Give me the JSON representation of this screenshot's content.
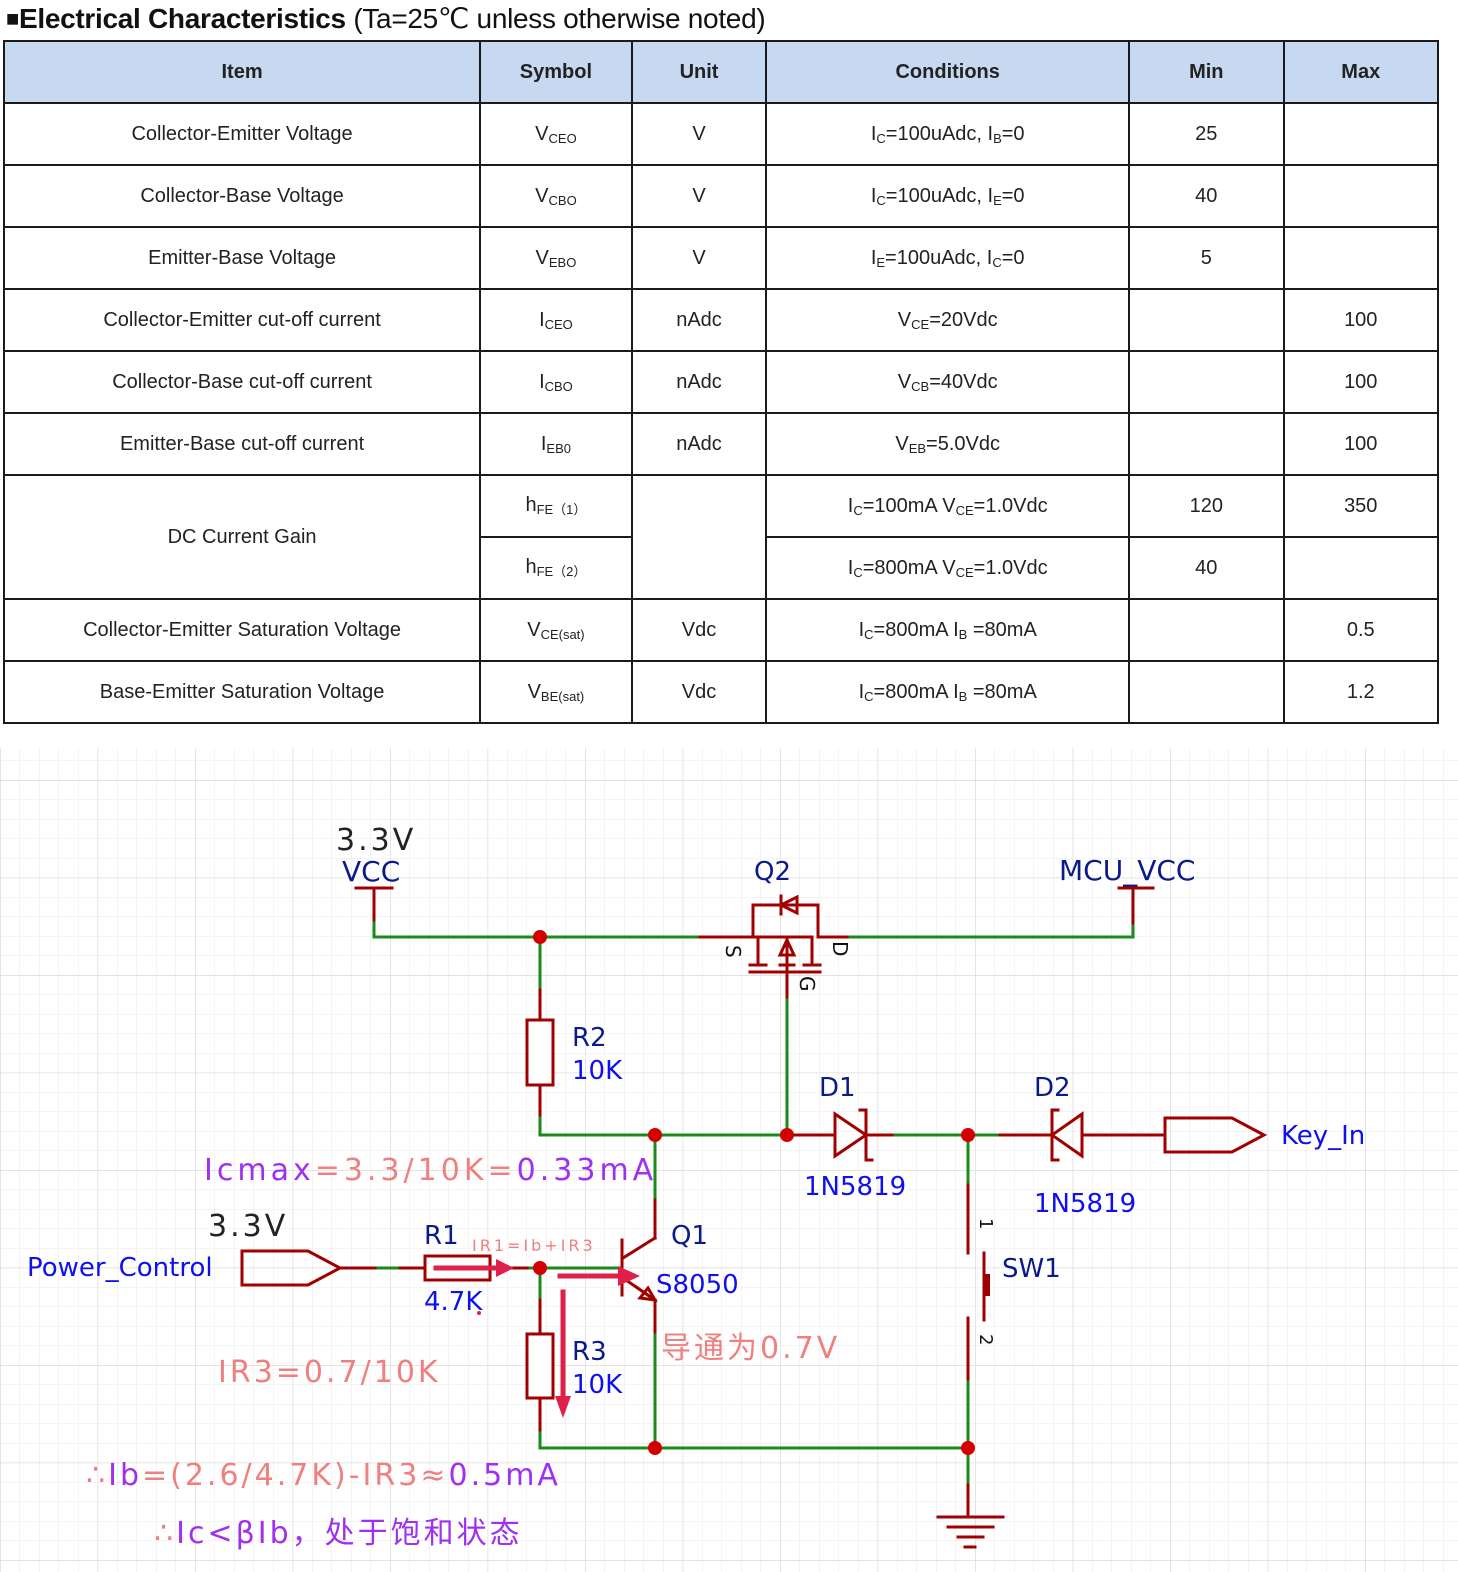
{
  "document": {
    "title_square": "■",
    "title_bold": "Electrical Characteristics",
    "title_note": " (Ta=25℃ unless otherwise noted)"
  },
  "table": {
    "headers": [
      "Item",
      "Symbol",
      "Unit",
      "Conditions",
      "Min",
      "Max"
    ],
    "rows": [
      {
        "item": "Collector-Emitter Voltage",
        "sym": "V",
        "sym_sub": "CEO",
        "unit": "V",
        "cond": [
          [
            "I",
            "C"
          ],
          [
            "=100uAdc, ",
            ""
          ],
          [
            "I",
            "B"
          ],
          [
            "=0",
            ""
          ]
        ],
        "min": "25",
        "max": ""
      },
      {
        "item": "Collector-Base Voltage",
        "sym": "V",
        "sym_sub": "CBO",
        "unit": "V",
        "cond": [
          [
            "I",
            "C"
          ],
          [
            "=100uAdc, ",
            ""
          ],
          [
            "I",
            "E"
          ],
          [
            "=0",
            ""
          ]
        ],
        "min": "40",
        "max": ""
      },
      {
        "item": "Emitter-Base Voltage",
        "sym": "V",
        "sym_sub": "EBO",
        "unit": "V",
        "cond": [
          [
            "I",
            "E"
          ],
          [
            "=100uAdc, ",
            ""
          ],
          [
            "I",
            "C"
          ],
          [
            "=0",
            ""
          ]
        ],
        "min": "5",
        "max": ""
      },
      {
        "item": "Collector-Emitter cut-off current",
        "sym": "I",
        "sym_sub": "CEO",
        "unit": "nAdc",
        "cond": [
          [
            "V",
            "CE"
          ],
          [
            "=20Vdc",
            ""
          ]
        ],
        "min": "",
        "max": "100"
      },
      {
        "item": "Collector-Base cut-off current",
        "sym": "I",
        "sym_sub": "CBO",
        "unit": "nAdc",
        "cond": [
          [
            "V",
            "CB"
          ],
          [
            "=40Vdc",
            ""
          ]
        ],
        "min": "",
        "max": "100"
      },
      {
        "item": "Emitter-Base cut-off current",
        "sym": "I",
        "sym_sub": "EB0",
        "unit": "nAdc",
        "cond": [
          [
            "V",
            "EB"
          ],
          [
            "=5.0Vdc",
            ""
          ]
        ],
        "min": "",
        "max": "100"
      }
    ],
    "gain": {
      "item": "DC Current Gain",
      "sub_rows": [
        {
          "sym": "h",
          "sym_sub": "FE（1）",
          "cond": [
            [
              "I",
              "C"
            ],
            [
              "=100mA ",
              ""
            ],
            [
              "V",
              "CE"
            ],
            [
              "=1.0Vdc",
              ""
            ]
          ],
          "min": "120",
          "max": "350"
        },
        {
          "sym": "h",
          "sym_sub": "FE（2）",
          "cond": [
            [
              "I",
              "C"
            ],
            [
              "=800mA ",
              ""
            ],
            [
              "V",
              "CE"
            ],
            [
              "=1.0Vdc",
              ""
            ]
          ],
          "min": "40",
          "max": ""
        }
      ]
    },
    "tail_rows": [
      {
        "item": "Collector-Emitter Saturation Voltage",
        "sym": "V",
        "sym_sub": "CE(sat)",
        "unit": "Vdc",
        "cond": [
          [
            "I",
            "C"
          ],
          [
            "=800mA ",
            ""
          ],
          [
            "I",
            "B"
          ],
          [
            " =80mA",
            ""
          ]
        ],
        "min": "",
        "max": "0.5"
      },
      {
        "item": "Base-Emitter Saturation Voltage",
        "sym": "V",
        "sym_sub": "BE(sat)",
        "unit": "Vdc",
        "cond": [
          [
            "I",
            "C"
          ],
          [
            "=800mA ",
            ""
          ],
          [
            "I",
            "B"
          ],
          [
            " =80mA",
            ""
          ]
        ],
        "min": "",
        "max": "1.2"
      }
    ]
  },
  "schematic": {
    "colors": {
      "wire": "#1a8a1a",
      "pin": "#a00000",
      "junction": "#d40000",
      "ref": "#0a1a8a",
      "value": "#1010ee",
      "annot_pink": "#f08080",
      "annot_purple": "#a030f0",
      "arrow": "#e0204a",
      "grid": "#e6e6e6"
    },
    "vcc_voltage": "3.3V",
    "vcc_net": "VCC",
    "mcu_net": "MCU_VCC",
    "q2": {
      "ref": "Q2",
      "pin_s": "S",
      "pin_d": "D",
      "pin_g": "G"
    },
    "r2": {
      "ref": "R2",
      "value": "10K"
    },
    "d1": {
      "ref": "D1",
      "value": "1N5819"
    },
    "d2": {
      "ref": "D2",
      "value": "1N5819"
    },
    "key_in": "Key_In",
    "sw1": {
      "ref": "SW1",
      "pin1": "1",
      "pin2": "2"
    },
    "power_control": "Power_Control",
    "pc_voltage": "3.3V",
    "r1": {
      "ref": "R1",
      "value": "4.7K"
    },
    "r3": {
      "ref": "R3",
      "value": "10K"
    },
    "q1": {
      "ref": "Q1",
      "value": "S8050"
    },
    "annotations": {
      "icmax_a": "Icmax",
      "icmax_b": "=3.3/10K=",
      "icmax_c": "0.33mA",
      "ir1": "IR1=Ib+IR3",
      "ir3": "IR3=0.7/10K",
      "vbe": "导通为0.7V",
      "ib_a": "∴",
      "ib_b": "Ib",
      "ib_c": "=(2.6/4.7K)-IR3≈",
      "ib_d": "0.5mA",
      "sat_a": "∴",
      "sat_b": "Ic<βIb，处于饱和状态"
    }
  }
}
